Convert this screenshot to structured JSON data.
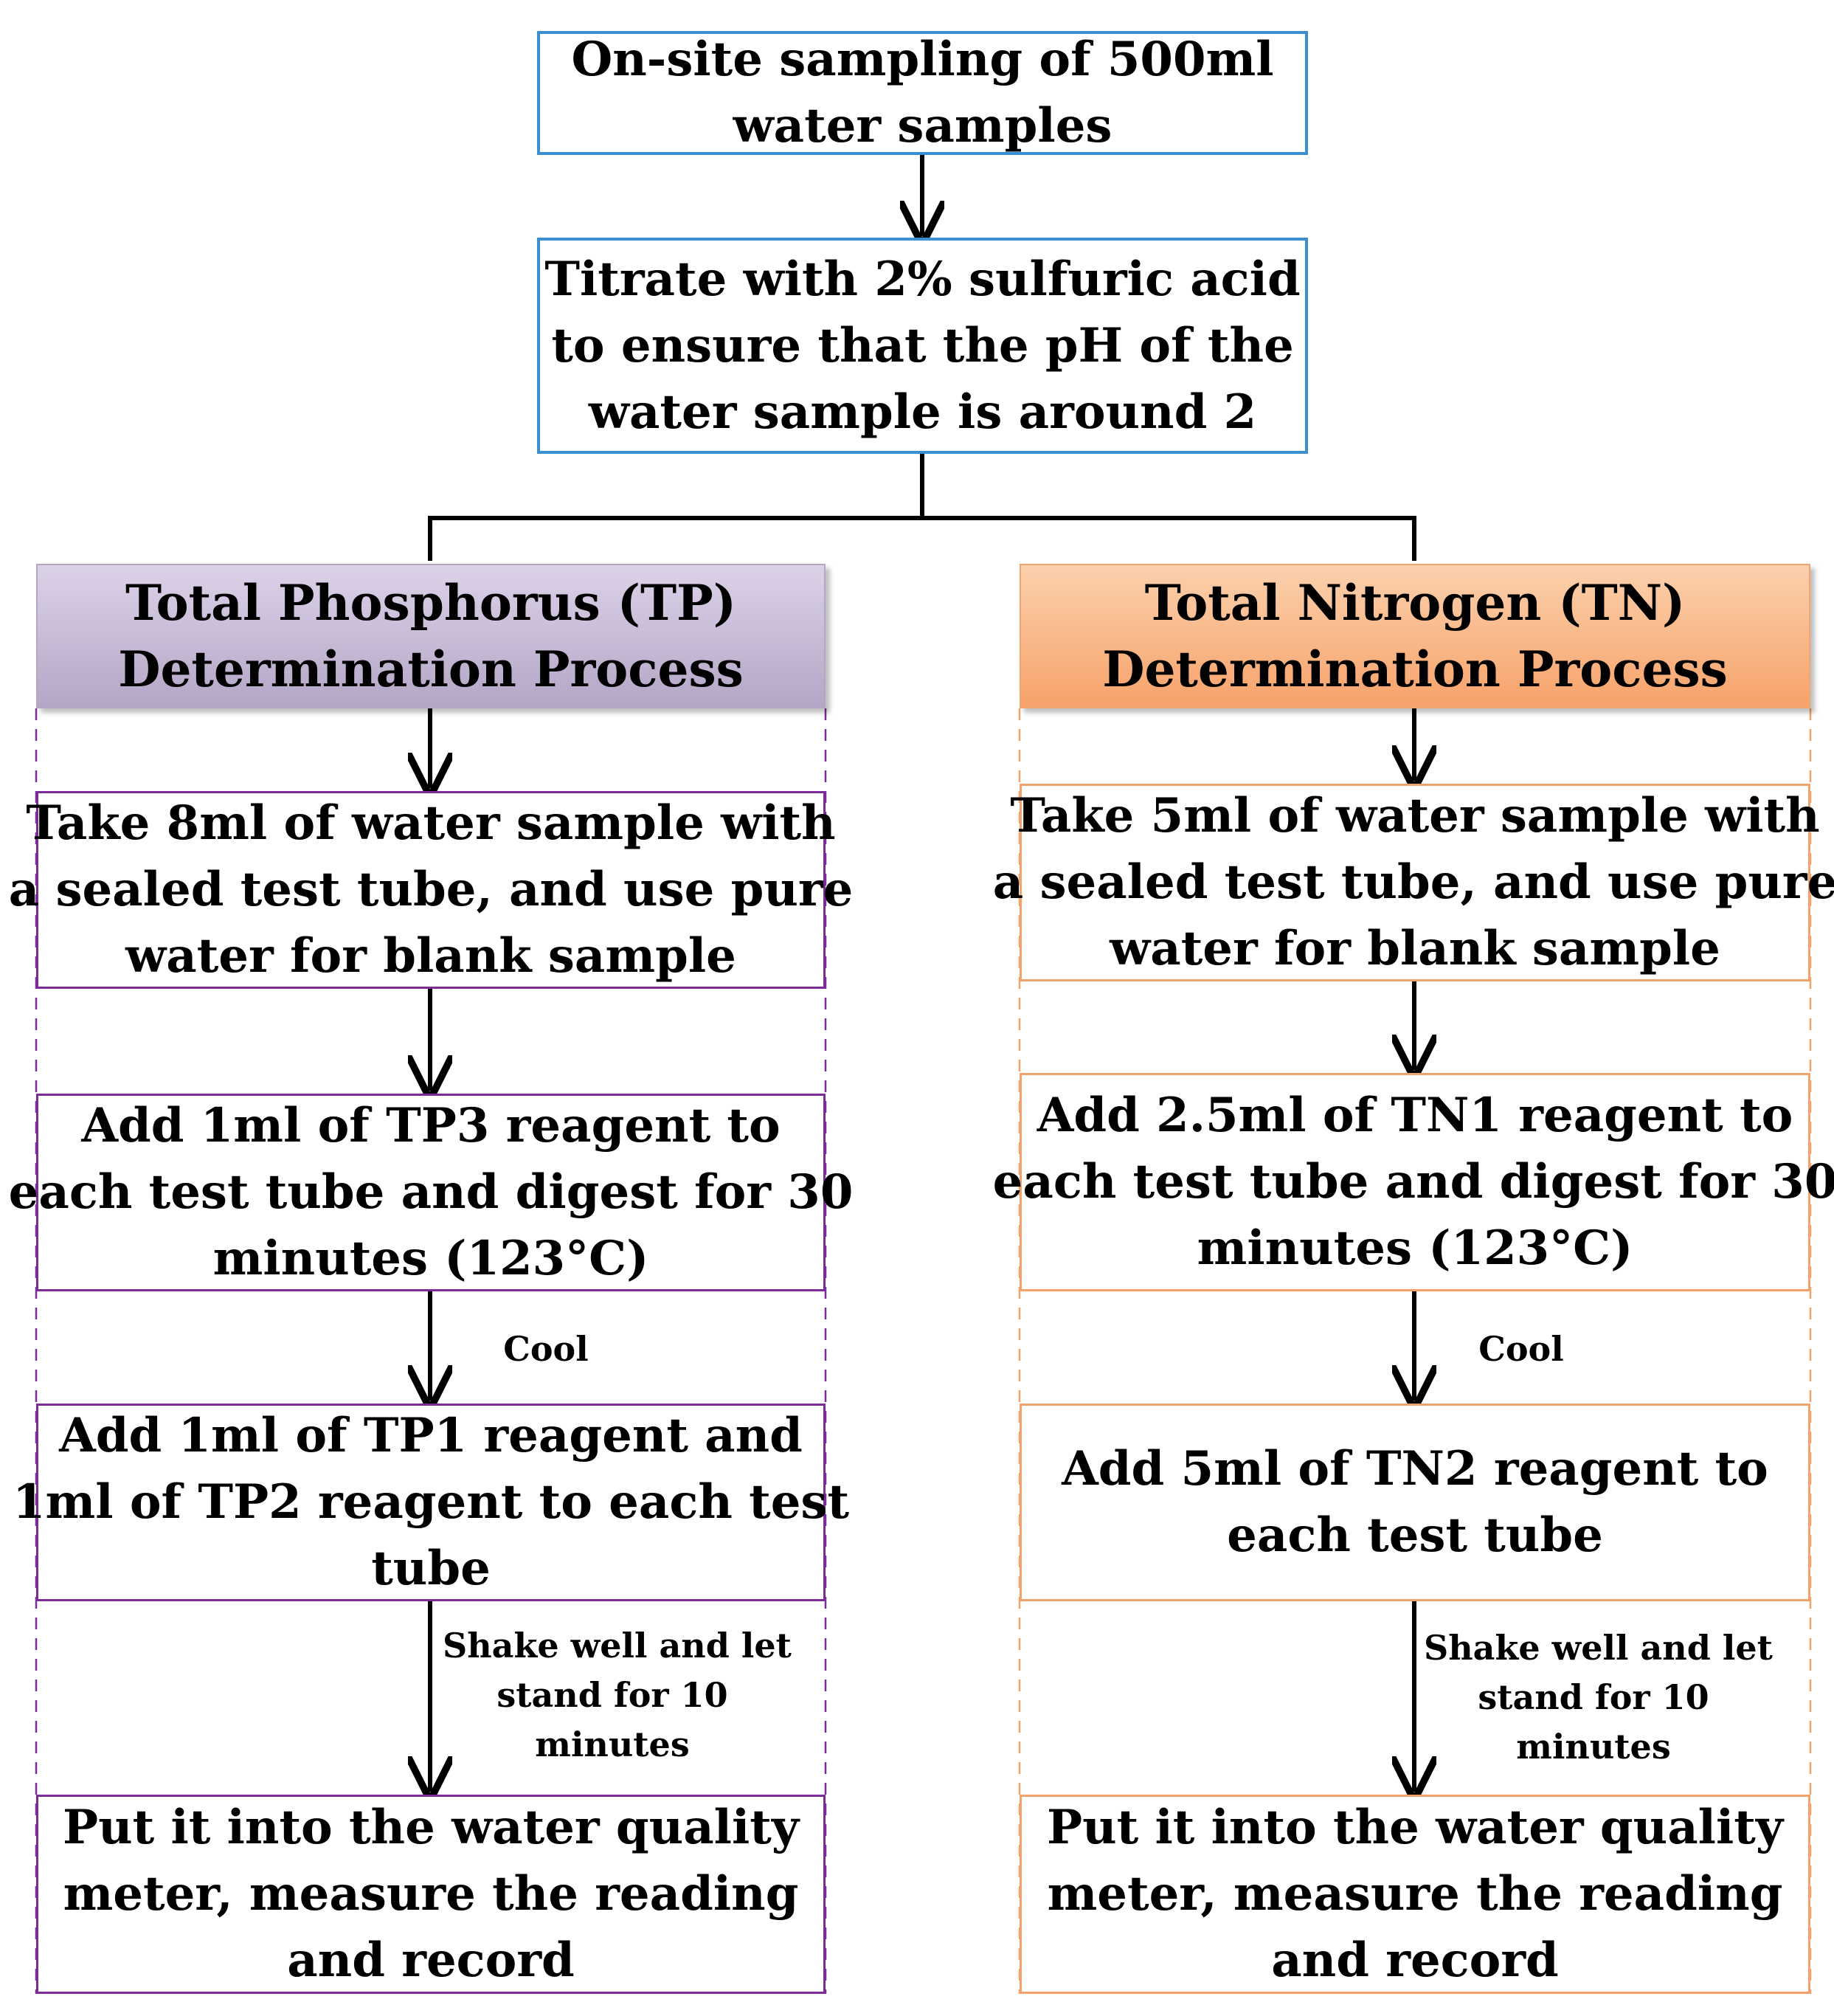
{
  "top": {
    "sampling": [
      "On-site sampling of 500ml",
      "water samples"
    ],
    "titrate": [
      "Titrate with 2% sulfuric acid",
      "to ensure that the pH of the",
      "water sample is around 2"
    ]
  },
  "tp": {
    "header": [
      "Total Phosphorus (TP)",
      "Determination Process"
    ],
    "step1": [
      "Take 8ml of water sample with",
      "a sealed test tube, and use pure",
      "water for blank sample"
    ],
    "step2": [
      "Add 1ml of TP3 reagent to",
      "each test tube and digest for 30",
      "minutes (123°C)"
    ],
    "cool": "Cool",
    "step3": [
      "Add 1ml of TP1 reagent and",
      "1ml of TP2 reagent to each test",
      "tube"
    ],
    "shake": [
      "Shake well and let",
      "stand for 10",
      "minutes"
    ],
    "step4": [
      "Put it into the water quality",
      "meter, measure the reading",
      "and record"
    ]
  },
  "tn": {
    "header": [
      "Total Nitrogen (TN)",
      "Determination Process"
    ],
    "step1": [
      "Take 5ml of water sample with",
      "a sealed test tube, and use pure",
      "water for blank sample"
    ],
    "step2": [
      "Add 2.5ml of TN1 reagent to",
      "each test tube and digest for 30",
      "minutes (123°C)"
    ],
    "cool": "Cool",
    "step3": [
      "Add 5ml of TN2 reagent to",
      "each test tube"
    ],
    "shake": [
      "Shake well and let",
      "stand for 10",
      "minutes"
    ],
    "step4": [
      "Put it into the water quality",
      "meter, measure the reading",
      "and record"
    ]
  },
  "colors": {
    "top_border": "#3b8fd0",
    "tp_border": "#7d2a9b",
    "tn_border": "#f3a36a",
    "tp_header_fill": "#c4b8d6",
    "tn_header_fill": "#f9b985"
  }
}
